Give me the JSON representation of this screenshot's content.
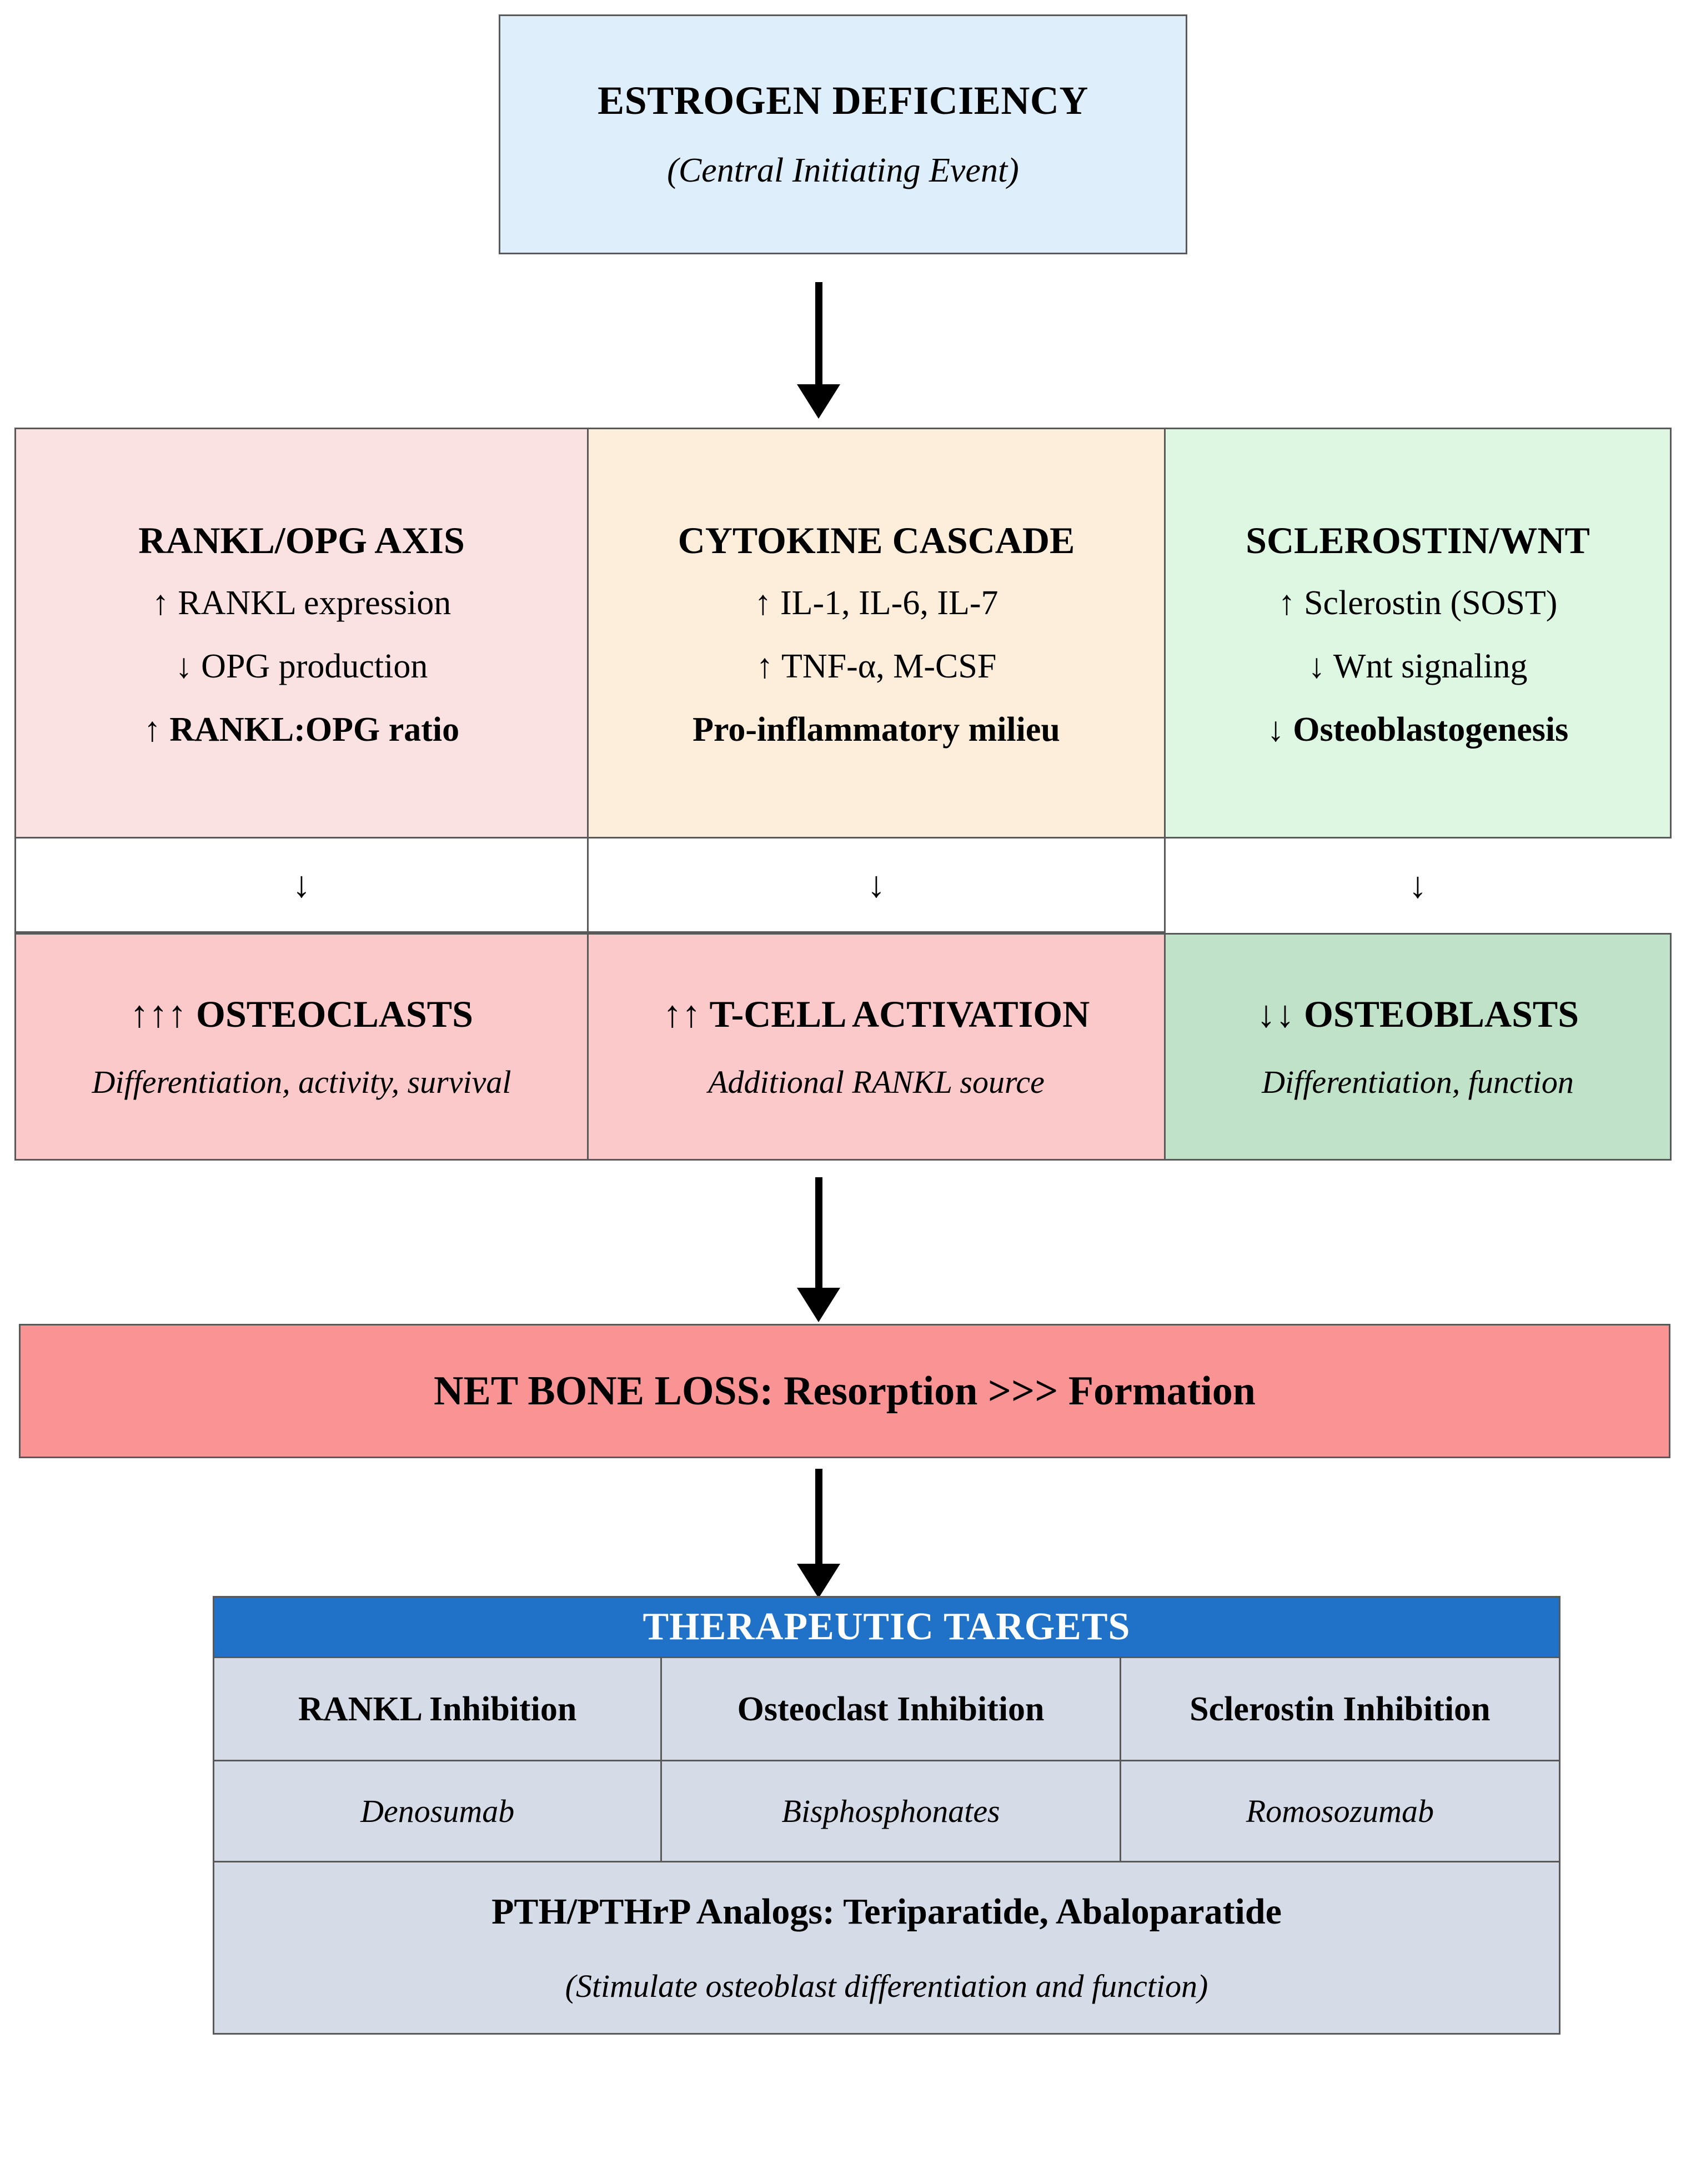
{
  "top": {
    "title": "ESTROGEN DEFICIENCY",
    "subtitle": "(Central Initiating Event)",
    "bg_color": "#deeefb"
  },
  "arrows": {
    "down_glyph": "↓",
    "top_to_mechanisms": "down-arrow",
    "mechanisms_to_outcomes": "down-arrow",
    "outcomes_to_netloss": "down-arrow",
    "netloss_to_targets": "down-arrow"
  },
  "mechanisms": [
    {
      "heading": "RANKL/OPG AXIS",
      "bg_color": "#fbe2e2",
      "lines": [
        "↑ RANKL expression",
        "↓ OPG production"
      ],
      "bold_line": "↑ RANKL:OPG ratio",
      "connector": "↓",
      "outcome": {
        "title": "↑↑↑ OSTEOCLASTS",
        "subtitle": "Differentiation, activity, survival",
        "bg_color": "#fbc9c9"
      }
    },
    {
      "heading": "CYTOKINE CASCADE",
      "bg_color": "#fdeedc",
      "lines": [
        "↑ IL-1, IL-6, IL-7",
        "↑ TNF-α, M-CSF"
      ],
      "bold_line": "Pro-inflammatory milieu",
      "connector": "↓",
      "outcome": {
        "title": "↑↑ T-CELL ACTIVATION",
        "subtitle": "Additional RANKL source",
        "bg_color": "#fbc9c9"
      }
    },
    {
      "heading": "SCLEROSTIN/WNT",
      "bg_color": "#ddf7e3",
      "lines": [
        "↑ Sclerostin (SOST)",
        "↓ Wnt signaling"
      ],
      "bold_line": "↓ Osteoblastogenesis",
      "connector": "↓",
      "outcome": {
        "title": "↓↓ OSTEOBLASTS",
        "subtitle": "Differentiation, function",
        "bg_color": "#bfe2c8"
      }
    }
  ],
  "net_bone_loss": {
    "text": "NET BONE LOSS: Resorption >>> Formation",
    "bg_color": "#fa9494"
  },
  "therapeutic": {
    "header": "THERAPEUTIC TARGETS",
    "header_bg": "#1f72c8",
    "header_text_color": "#ffffff",
    "cell_bg": "#d5dce8",
    "columns": [
      {
        "title": "RANKL Inhibition",
        "drug": "Denosumab"
      },
      {
        "title": "Osteoclast Inhibition",
        "drug": "Bisphosphonates"
      },
      {
        "title": "Sclerostin Inhibition",
        "drug": "Romosozumab"
      }
    ],
    "footer_title": "PTH/PTHrP Analogs: Teriparatide, Abaloparatide",
    "footer_subtitle": "(Stimulate osteoblast differentiation and function)"
  }
}
